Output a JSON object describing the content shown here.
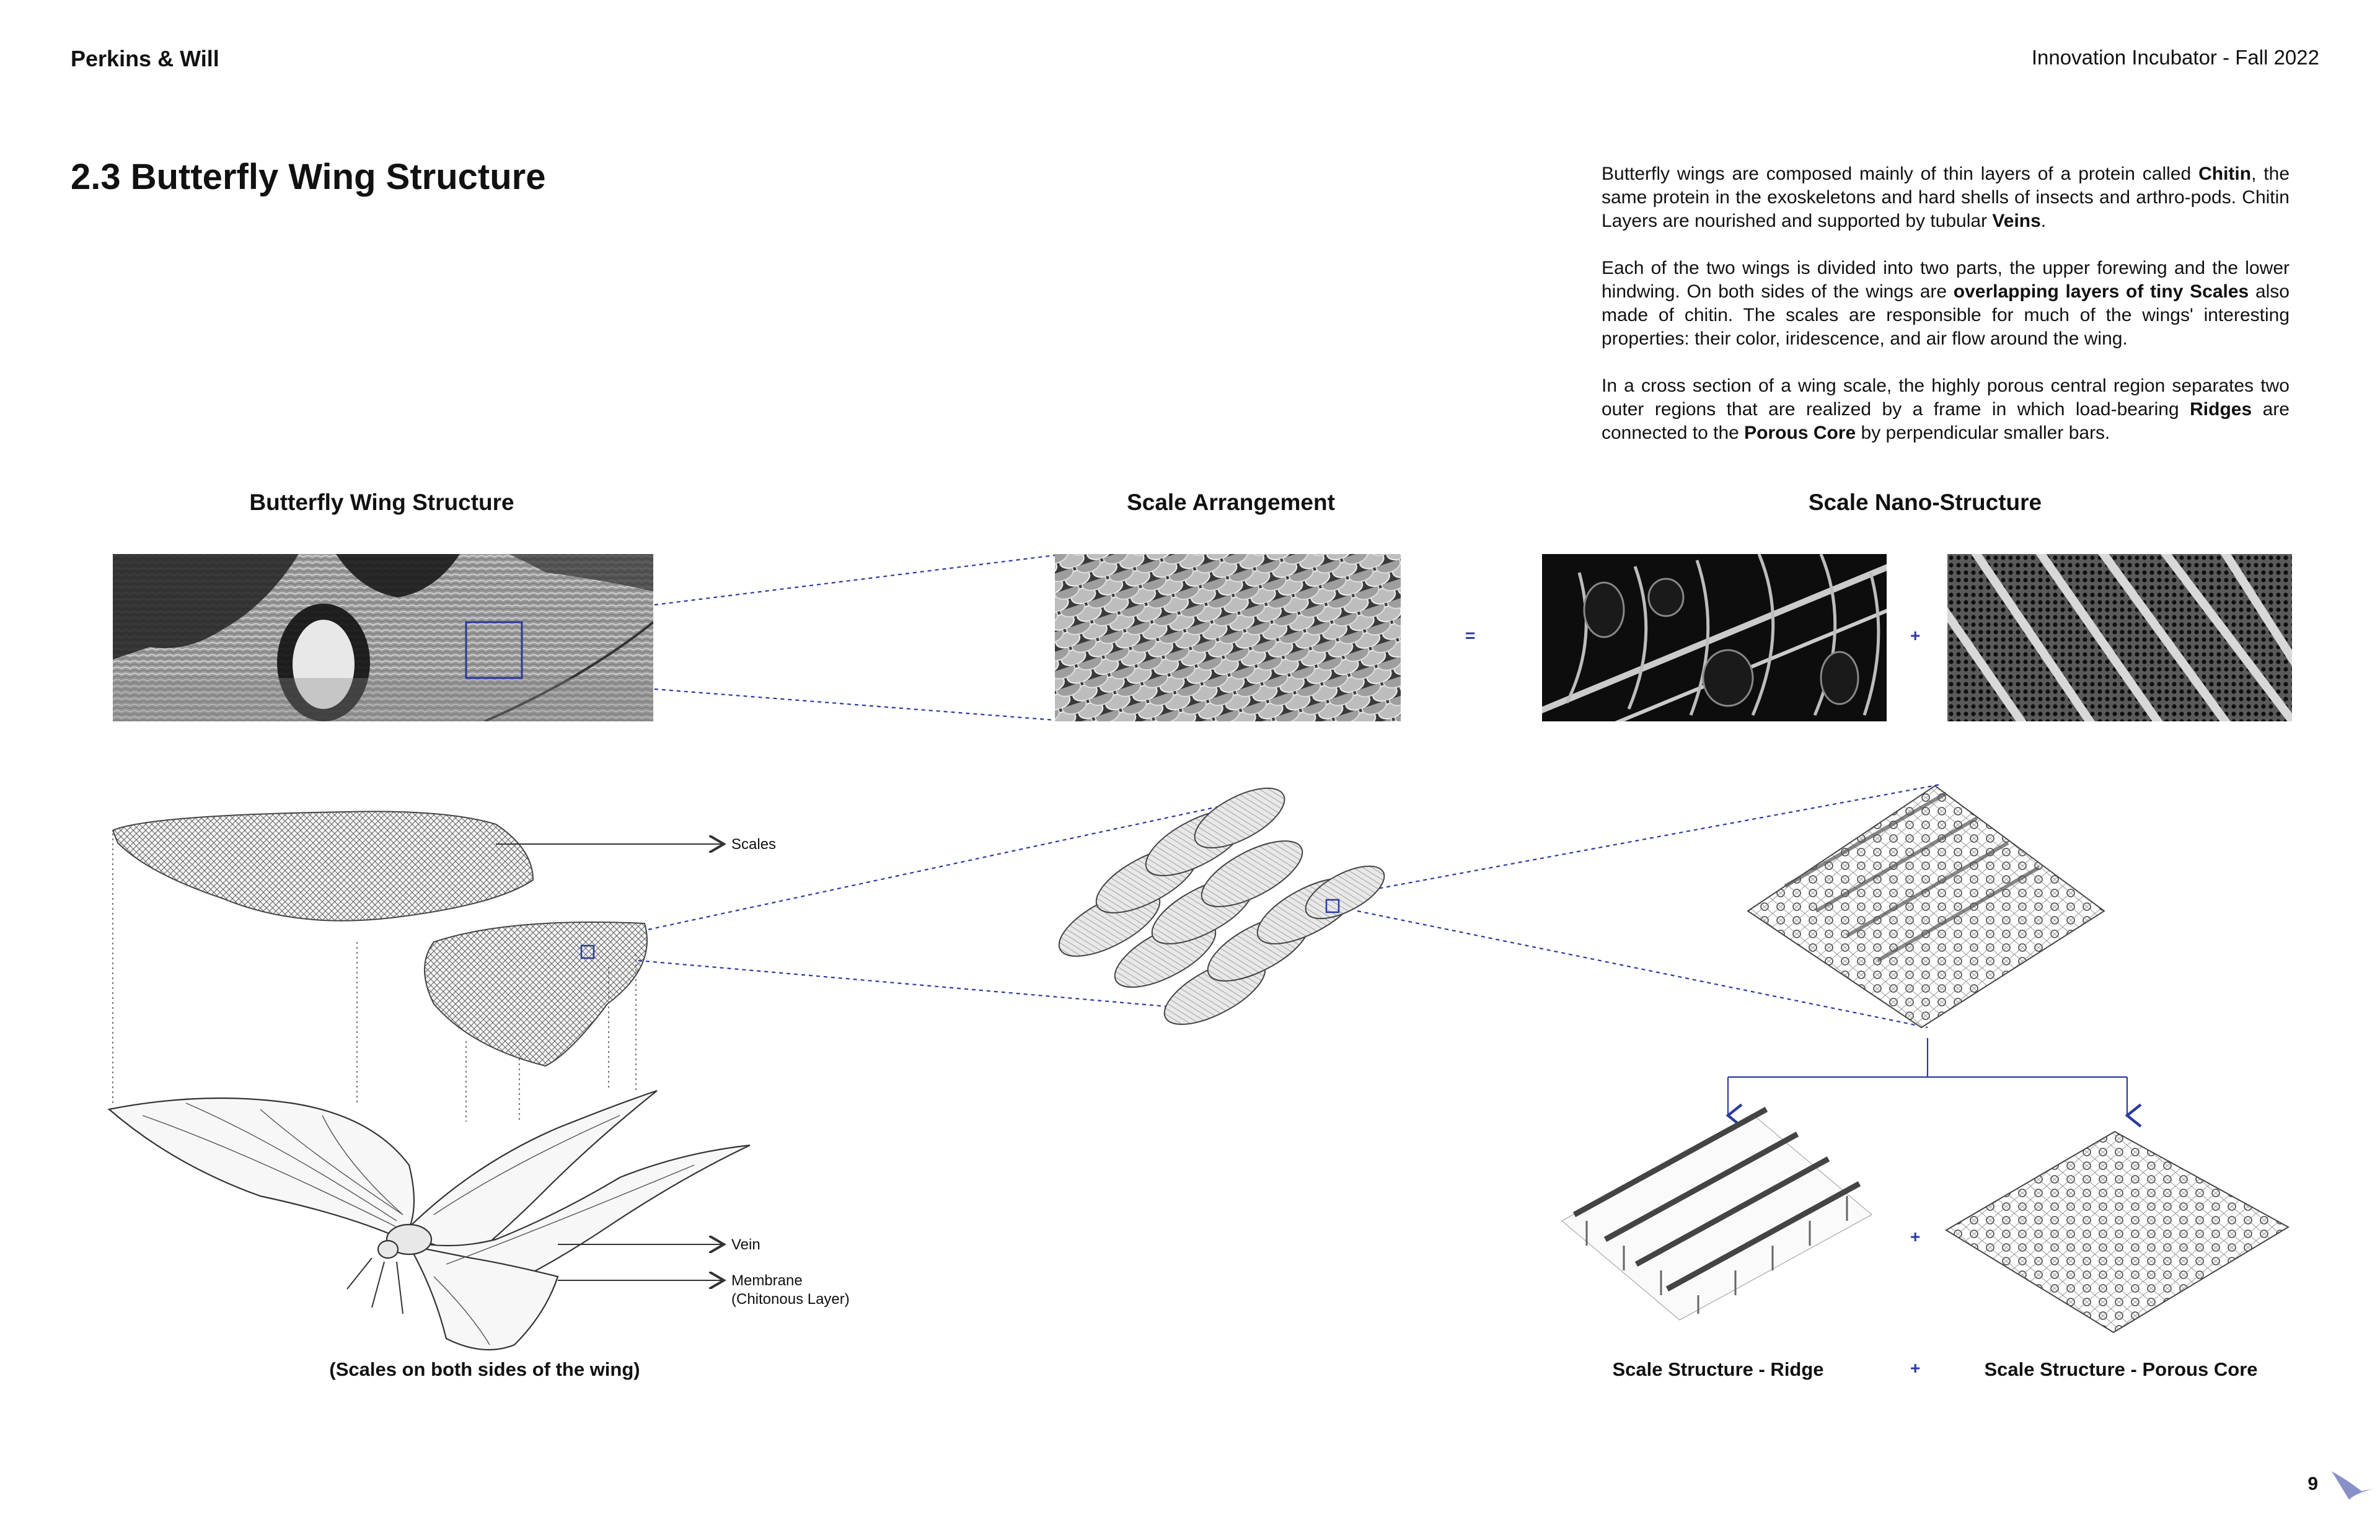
{
  "header": {
    "brand": "Perkins & Will",
    "right": "Innovation Incubator - Fall 2022"
  },
  "title": "2.3 Butterfly Wing Structure",
  "intro": {
    "p1": [
      {
        "t": "Butterfly wings are composed mainly of thin layers of a protein called ",
        "b": false
      },
      {
        "t": "Chitin",
        "b": true
      },
      {
        "t": ", the same protein in the exoskeletons and hard shells of insects and arthro-pods. Chitin Layers are nourished and supported by tubular ",
        "b": false
      },
      {
        "t": "Veins",
        "b": true
      },
      {
        "t": ".",
        "b": false
      }
    ],
    "p2": [
      {
        "t": "Each of the two wings is divided into two parts, the upper forewing and the lower hindwing. On both sides of the wings are ",
        "b": false
      },
      {
        "t": "overlapping layers of tiny Scales",
        "b": true
      },
      {
        "t": " also made of chitin. The scales are responsible for much of the wings' interesting properties: their color, iridescence, and air flow around the wing.",
        "b": false
      }
    ],
    "p3": [
      {
        "t": "In a cross section of a wing scale, the highly porous central region separates two outer regions that are realized by a frame in which load-bearing ",
        "b": false
      },
      {
        "t": "Ridges",
        "b": true
      },
      {
        "t": " are connected to the ",
        "b": false
      },
      {
        "t": "Porous Core",
        "b": true
      },
      {
        "t": " by perpendicular smaller bars.",
        "b": false
      }
    ]
  },
  "columns": {
    "wing_structure": "Butterfly Wing Structure",
    "scale_arrangement": "Scale Arrangement",
    "nano_structure": "Scale Nano-Structure"
  },
  "operators": {
    "equals": "=",
    "plus": "+"
  },
  "labels": {
    "scales": "Scales",
    "vein": "Vein",
    "membrane": "Membrane",
    "membrane_sub": "(Chitonous Layer)"
  },
  "captions": {
    "wing": "(Scales on both sides of the wing)",
    "ridge": "Scale Structure - Ridge",
    "porous": "Scale Structure - Porous Core"
  },
  "page_number": "9",
  "colors": {
    "accent": "#2b3a9f",
    "text": "#111111"
  }
}
